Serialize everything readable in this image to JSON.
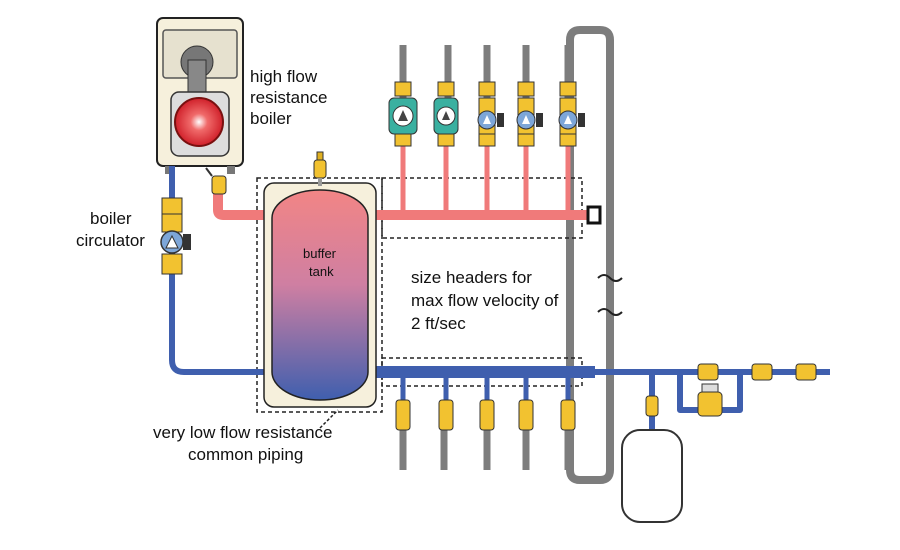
{
  "labels": {
    "boiler": [
      "high flow",
      "resistance",
      "boiler"
    ],
    "circulator": [
      "boiler",
      "circulator"
    ],
    "tank": [
      "buffer",
      "tank"
    ],
    "headers": [
      "size headers for",
      "max flow velocity of",
      "2 ft/sec"
    ],
    "common": [
      "very low flow resistance",
      "common piping"
    ]
  },
  "colors": {
    "hot": "#f07a7a",
    "cold": "#3f5fae",
    "brass": "#f2c230",
    "gray_pipe": "#7d7d7d",
    "tank_fill": "#f6f0dc"
  },
  "icons": [
    "boiler-icon",
    "circulator-pump-icon",
    "zone-valve-icon",
    "expansion-tank-icon",
    "air-vent-icon",
    "pressure-reducing-valve-icon"
  ]
}
